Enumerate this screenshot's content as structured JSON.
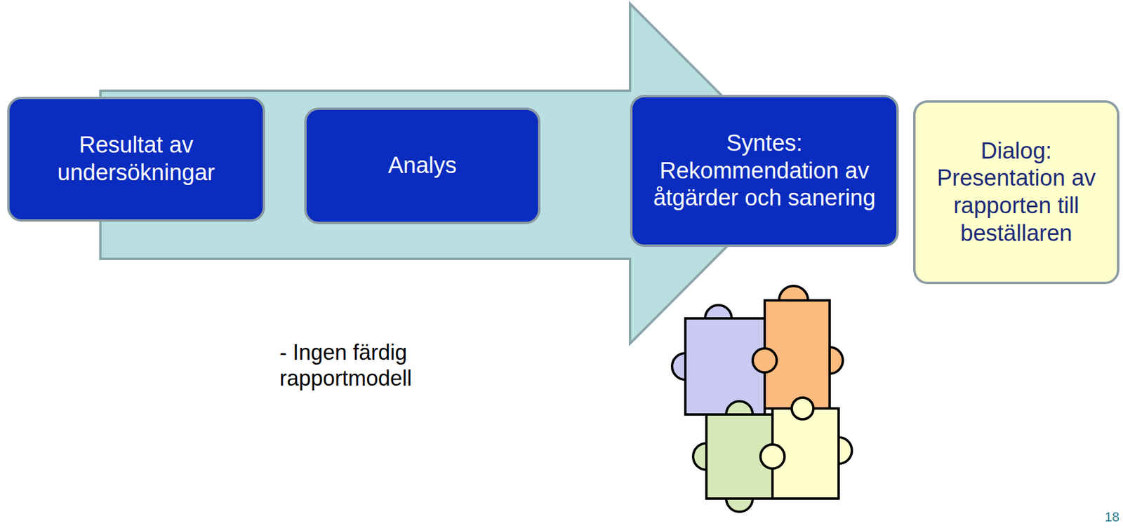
{
  "diagram": {
    "nodes": [
      {
        "text": [
          "Resultat av undersökningar"
        ]
      },
      {
        "text": [
          "Analys"
        ]
      },
      {
        "text": [
          "Syntes: Rekommendation av åtgärder och sanering"
        ]
      },
      {
        "text": [
          "Dialog: Presentation av rapporten till beställaren"
        ]
      }
    ],
    "edges": [],
    "labels": [
      "- Ingen färdig rapportmodell",
      "18"
    ]
  }
}
